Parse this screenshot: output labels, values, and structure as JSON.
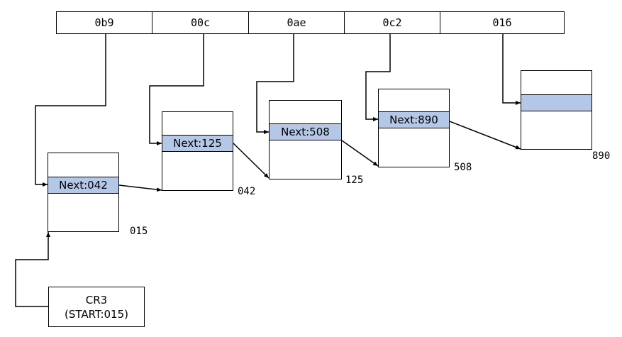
{
  "table_entries": [
    "0b9",
    "00c",
    "0ae",
    "0c2",
    "016"
  ],
  "pages": [
    {
      "address": "015",
      "entry": "Next:042"
    },
    {
      "address": "042",
      "entry": "Next:125"
    },
    {
      "address": "125",
      "entry": "Next:508"
    },
    {
      "address": "508",
      "entry": "Next:890"
    },
    {
      "address": "890",
      "entry": ""
    }
  ],
  "register": {
    "name": "CR3",
    "value": "(START:015)"
  },
  "colors": {
    "entry_fill": "#b4c7e7",
    "line": "#000000"
  }
}
